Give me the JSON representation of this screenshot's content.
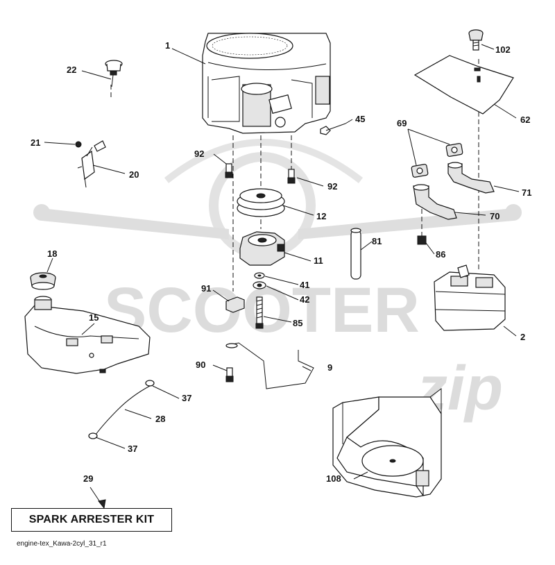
{
  "watermark": {
    "brand": "SCOOTER",
    "script": "zip"
  },
  "kit": {
    "part_number": "29",
    "label": "SPARK ARRESTER KIT"
  },
  "diagram_id": "engine-tex_Kawa-2cyl_31_r1",
  "parts": {
    "p1": "1",
    "p2": "2",
    "p9": "9",
    "p11": "11",
    "p12": "12",
    "p15": "15",
    "p18": "18",
    "p20": "20",
    "p21": "21",
    "p22": "22",
    "p28": "28",
    "p37a": "37",
    "p37b": "37",
    "p41": "41",
    "p42": "42",
    "p45": "45",
    "p62": "62",
    "p69": "69",
    "p70": "70",
    "p71": "71",
    "p81": "81",
    "p85": "85",
    "p86": "86",
    "p90": "90",
    "p91": "91",
    "p92a": "92",
    "p92b": "92",
    "p102": "102",
    "p108": "108"
  }
}
